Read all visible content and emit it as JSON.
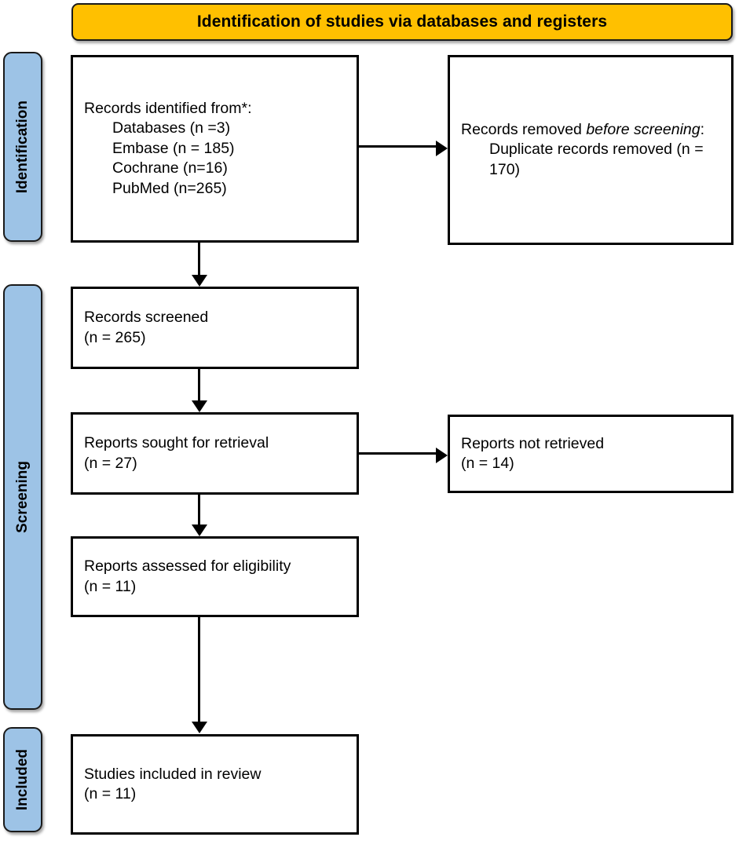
{
  "banner": {
    "title": "Identification of studies via databases and registers"
  },
  "stages": [
    {
      "key": "identification",
      "label": "Identification"
    },
    {
      "key": "screening",
      "label": "Screening"
    },
    {
      "key": "included",
      "label": "Included"
    }
  ],
  "boxes": {
    "identified": {
      "line1": "Records identified from*:",
      "line2": "Databases (n =3)",
      "line3": "Embase (n = 185)",
      "line4": "Cochrane (n=16)",
      "line5": "PubMed (n=265)"
    },
    "removed": {
      "line1_a": "Records removed ",
      "line1_b": "before screening",
      "line1_c": ":",
      "line2": "Duplicate records removed (n = 170)"
    },
    "screened": {
      "line1": "Records screened",
      "line2": "(n = 265)"
    },
    "sought": {
      "line1": "Reports sought for retrieval",
      "line2": "(n = 27)"
    },
    "not_retrieved": {
      "line1": "Reports not retrieved",
      "line2": "(n = 14)"
    },
    "assessed": {
      "line1": "Reports assessed for eligibility",
      "line2": "(n = 11)"
    },
    "included": {
      "line1": "Studies included in review",
      "line2": "(n = 11)"
    }
  },
  "colors": {
    "banner_fill": "#FFC000",
    "stage_fill": "#9DC3E6",
    "box_border": "#000000",
    "background": "#FFFFFF"
  }
}
